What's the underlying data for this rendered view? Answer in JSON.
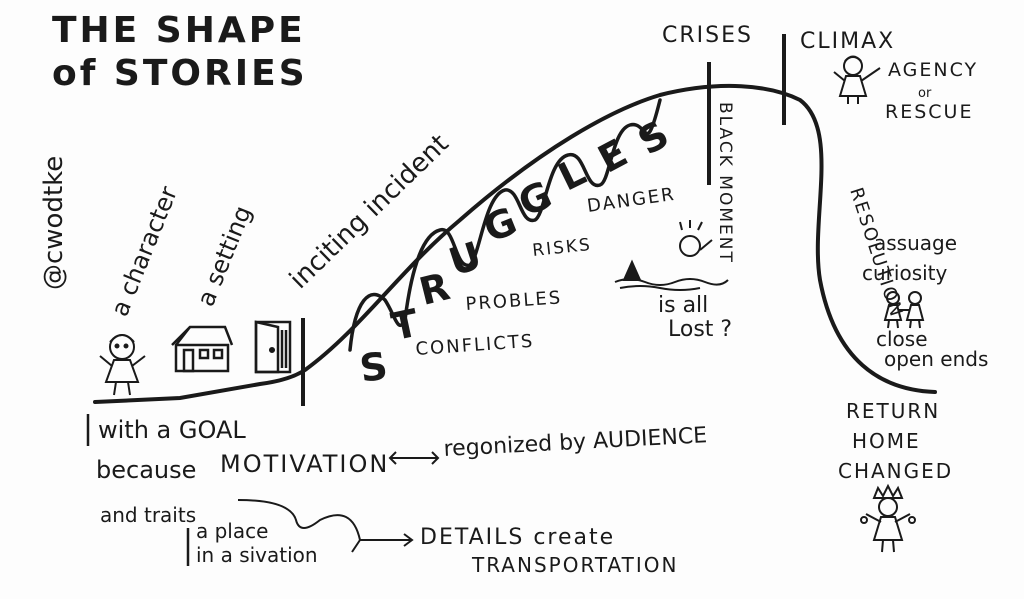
{
  "title": {
    "line1": "THE SHAPE",
    "line2": "of STORIES"
  },
  "author": "@cwodtke",
  "beginning": {
    "character": "a character",
    "setting": "a setting",
    "inciting": "inciting incident"
  },
  "struggles": {
    "letters": [
      "S",
      "T",
      "R",
      "U",
      "G",
      "G",
      "L",
      "E",
      "S"
    ],
    "danger": "DANGER",
    "risks": "RISKS",
    "problems": "PROBLES",
    "conflicts": "CONFLICTS"
  },
  "peak": {
    "crises": "CRISES",
    "black_moment": "BLACK MOMENT",
    "is_all": "is all",
    "lost": "Lost ?",
    "climax": "CLIMAX",
    "agency": "AGENCY",
    "or": "or",
    "rescue": "RESCUE"
  },
  "ending": {
    "resolution": "RESOLUTION",
    "assuage": "assuage",
    "curiosity": "curiosity",
    "close": "close",
    "open_ends": "open ends",
    "return": "RETURN",
    "home": "HOME",
    "changed": "CHANGED"
  },
  "notes": {
    "goal": "with a GOAL",
    "because": "because",
    "motivation": "MOTIVATION",
    "recognized": "regonized by AUDIENCE",
    "traits": "and traits",
    "place": "a place",
    "situation": "in a sivation",
    "details": "DETAILS create",
    "transportation": "TRANSPORTATION"
  },
  "colors": {
    "ink": "#1a1a1a",
    "paper": "#fdfdfd"
  }
}
